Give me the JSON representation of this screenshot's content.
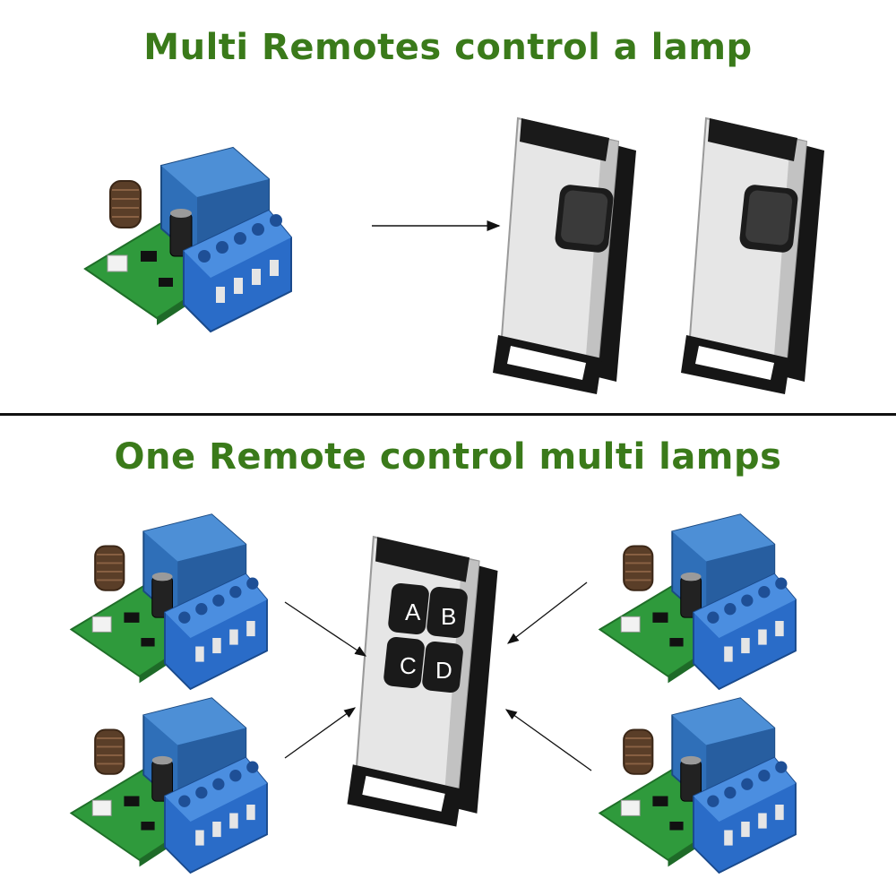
{
  "top_section": {
    "title": "Multi Remotes control a lamp"
  },
  "bottom_section": {
    "title": "One Remote control multi lamps",
    "remote_buttons": [
      "A",
      "B",
      "C",
      "D"
    ]
  },
  "colors": {
    "heading": "#3a7a1a",
    "pcb": "#2f9a3c",
    "relay": "#2f6fb8",
    "terminal": "#2a6cc8",
    "remote_body": "#e6e6e6",
    "remote_edge": "#161616"
  }
}
